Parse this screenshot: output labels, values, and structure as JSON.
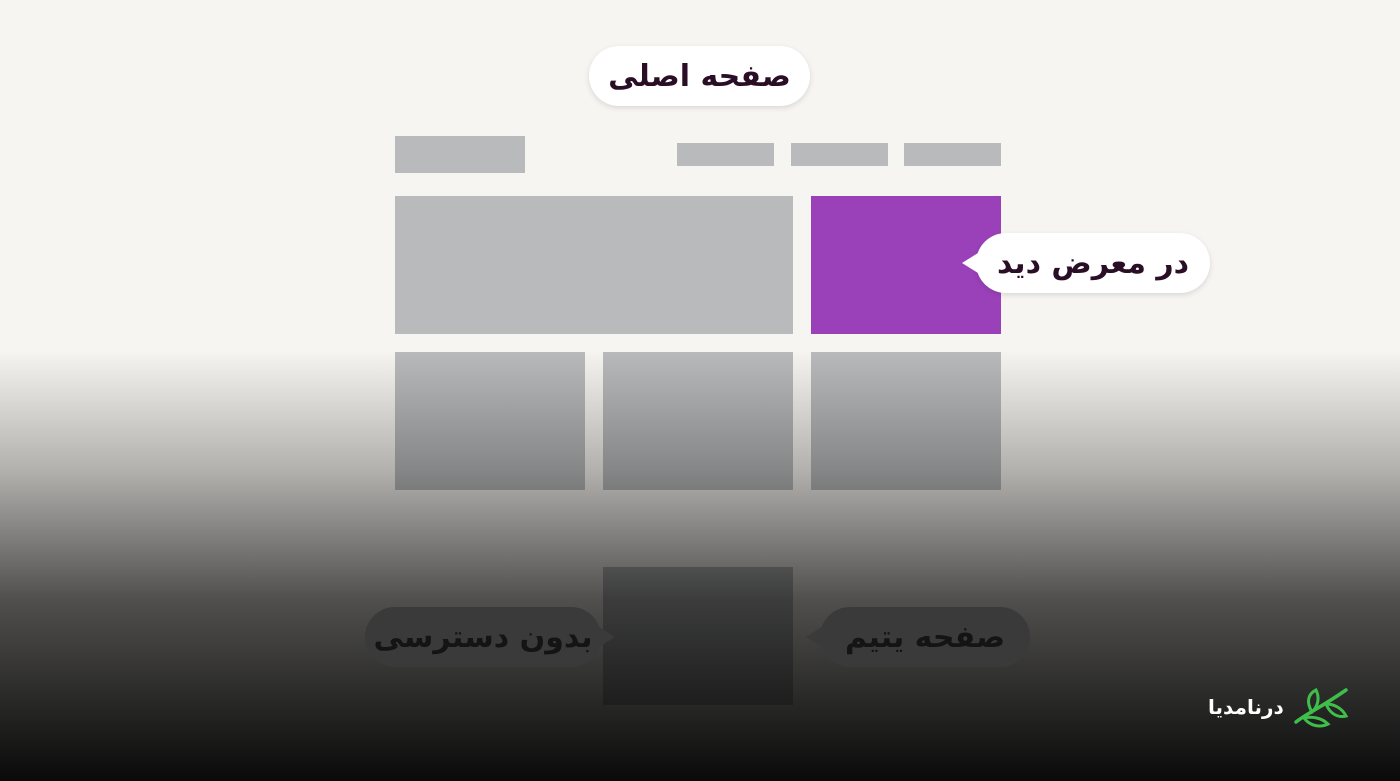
{
  "labels": {
    "main_page": "صفحه اصلی",
    "in_view": "در معرض دید",
    "orphan_page": "صفحه یتیم",
    "no_access": "بدون دسترسی"
  },
  "brand": {
    "name": "درنامدیا",
    "logo_icon": "leaf-icon"
  },
  "colors": {
    "background": "#f7f5f1",
    "block": "#b9babb",
    "highlight": "#9a41b9",
    "logo_green": "#3fbf4a"
  }
}
